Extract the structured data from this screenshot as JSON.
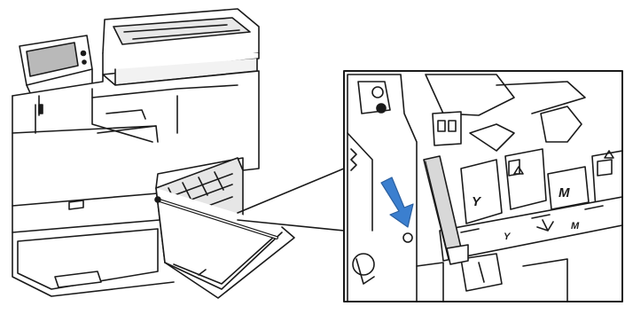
{
  "illustration": {
    "line_color": "#1a1a1a",
    "fill_color": "#ffffff",
    "shade_color": "#d8d8d8",
    "screen_color": "#b9b9b9",
    "arrow_color": "#3b7fcf"
  },
  "inset": {
    "cartridge_labels": {
      "yellow": "Y",
      "magenta": "M",
      "yellow_small": "Y",
      "magenta_small": "M"
    }
  }
}
